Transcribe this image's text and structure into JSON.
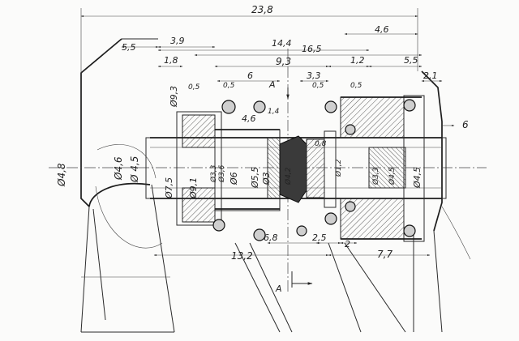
{
  "drawing": {
    "section_mark": "A",
    "dimensions": {
      "overall_length": "23,8",
      "d_5_5_left": "5,5",
      "d_3_9": "3,9",
      "d_14_4": "14,4",
      "d_16_5": "16,5",
      "d_4_6_top": "4,6",
      "d_5_5_right": "5,5",
      "d_1_8": "1,8",
      "d_9_3": "9,3",
      "d_1_2": "1,2",
      "d_6_top": "6",
      "d_3_3": "3,3",
      "d_2_1": "2,1",
      "d_0_5_a": "0,5",
      "d_0_5_b": "0,5",
      "d_0_5_c": "0,5",
      "d_0_5_d": "0,5",
      "d_4_6_mid": "4,6",
      "d_1_4": "1,4",
      "d_0_8": "0,8",
      "d_6_right": "6",
      "d_13_2": "13,2",
      "d_6_8": "6,8",
      "d_2_5": "2,5",
      "d_2": "2",
      "d_7_7": "7,7",
      "dia_9_3": "Ø9,3",
      "dia_4_8": "Ø4,8",
      "dia_4_6": "Ø4,6",
      "dia_4_5": "Ø 4,5",
      "dia_7_5": "Ø7,5",
      "dia_9_1": "Ø9,1",
      "dia_3_3": "Ø3,3",
      "dia_3_6": "Ø3,6",
      "dia_6": "Ø6",
      "dia_5_5": "Ø5,5",
      "dia_3": "Ø3",
      "dia_4_2": "Ø4,2",
      "dia_1_2": "Ø1,2",
      "dia_3_3b": "Ø3,3",
      "dia_4_5b": "Ø4,5",
      "dia_4_5c": "Ø4,5"
    }
  }
}
